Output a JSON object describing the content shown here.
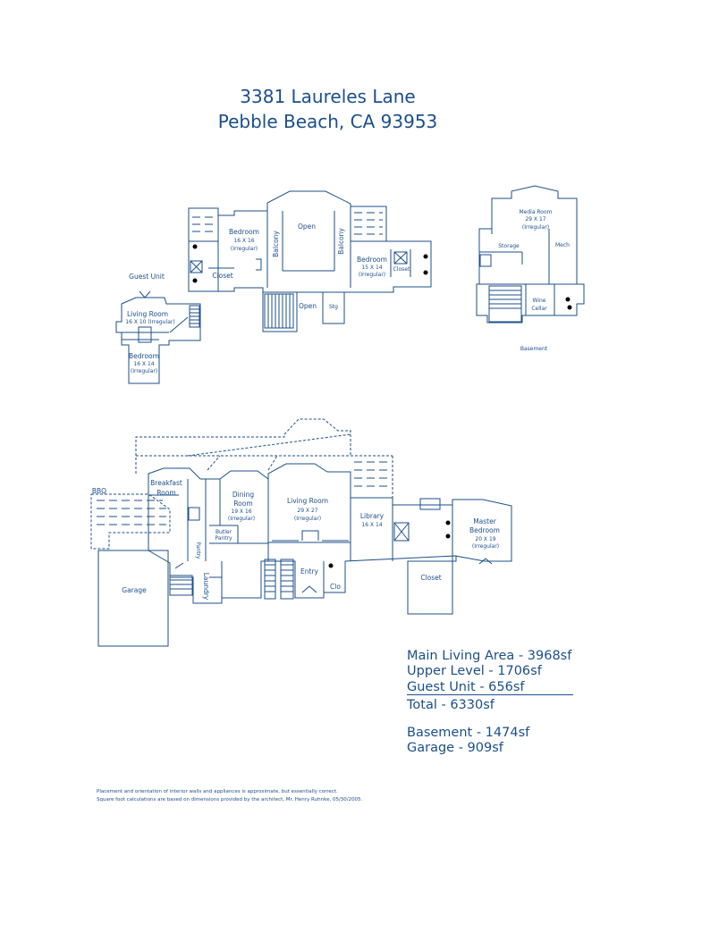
{
  "header": {
    "address_line1": "3381 Laureles Lane",
    "address_line2": "Pebble Beach, CA 93953"
  },
  "upper_level": {
    "bedroom_left": {
      "name": "Bedroom",
      "dims": "16 X 16",
      "note": "(Irregular)"
    },
    "open_top": "Open",
    "balcony_left": "Balcony",
    "balcony_right": "Balcony",
    "bedroom_right": {
      "name": "Bedroom",
      "dims": "15 X 14",
      "note": "(Irregular)"
    },
    "closet_left": "Closet",
    "closet_right": "Closet",
    "open_bottom": "Open",
    "storage": "Stg"
  },
  "guest_unit": {
    "heading": "Guest Unit",
    "living_room": {
      "name": "Living Room",
      "dims": "16 X 10",
      "note": "(Irregular)"
    },
    "bedroom": {
      "name": "Bedroom",
      "dims": "16 X 14",
      "note": "(Irregular)"
    }
  },
  "basement": {
    "heading": "Basement",
    "media_room": {
      "name": "Media Room",
      "dims": "29 X 17",
      "note": "(Irregular)"
    },
    "storage": "Storage",
    "mech": "Mech",
    "wine_cellar": {
      "line1": "Wine",
      "line2": "Cellar"
    }
  },
  "main_level": {
    "bbq": "BBQ",
    "breakfast_room": {
      "line1": "Breakfast",
      "line2": "Room"
    },
    "dining_room": {
      "line1": "Dining",
      "line2": "Room",
      "dims": "19 X 16",
      "note": "(Irregular)"
    },
    "living_room": {
      "name": "Living Room",
      "dims": "29 X 27",
      "note": "(Irregular)"
    },
    "library": {
      "name": "Library",
      "dims": "16 X 14"
    },
    "master_bedroom": {
      "line1": "Master",
      "line2": "Bedroom",
      "dims": "20 X 19",
      "note": "(Irregular)"
    },
    "butler_pantry": {
      "line1": "Butler",
      "line2": "Pantry"
    },
    "pantry": "Pantry",
    "garage": "Garage",
    "laundry": "Laundry",
    "entry": "Entry",
    "clo": "Clo",
    "closet": "Closet"
  },
  "summary": {
    "main_living": "Main Living Area - 3968sf",
    "upper_level": "Upper Level - 1706sf",
    "guest_unit": "Guest Unit - 656sf",
    "total": "Total - 6330sf",
    "basement": "Basement - 1474sf",
    "garage": "Garage - 909sf"
  },
  "notes": {
    "line1": "Placement and orientation of interior walls and appliances is approximate, but essentially correct.",
    "line2": "Square foot calculations are based on dimensions provided by the architect, Mr. Henry Ruhnke, 05/30/2005."
  },
  "colors": {
    "ink": "#1c4f8a",
    "background": "#ffffff"
  }
}
